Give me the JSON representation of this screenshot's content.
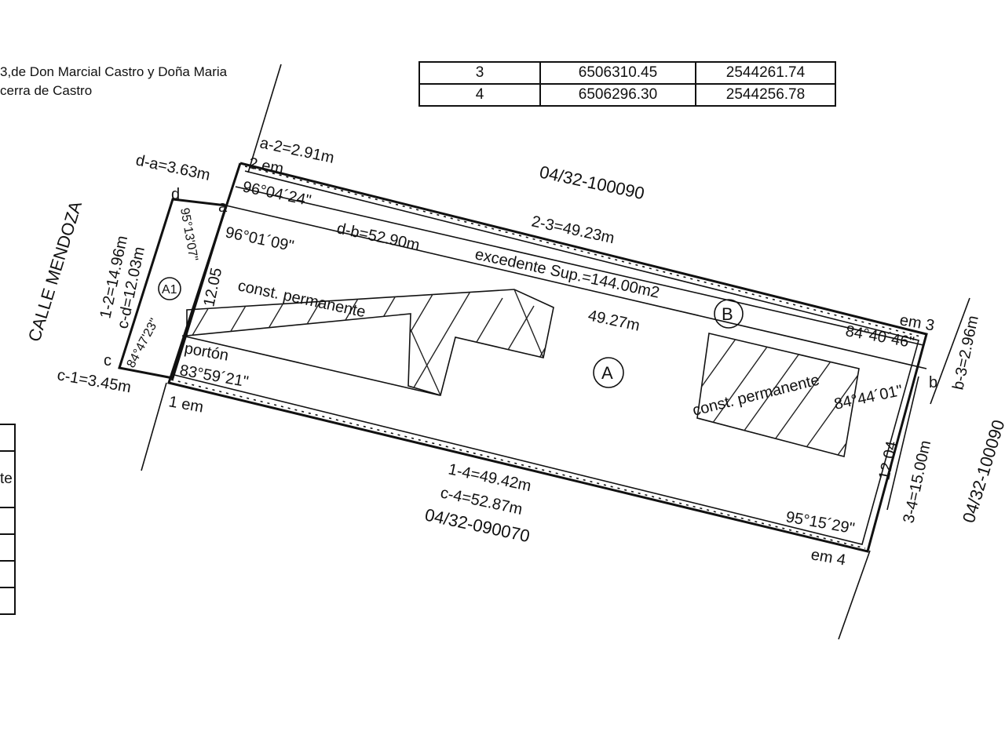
{
  "owner_note": {
    "line1": "3,de Don Marcial Castro y Doña Maria",
    "line2": "cerra de Castro"
  },
  "coord_table": {
    "rows": [
      {
        "point": "3",
        "x": "6506310.45",
        "y": "2544261.74"
      },
      {
        "point": "4",
        "x": "6506296.30",
        "y": "2544256.78"
      }
    ]
  },
  "side_table": {
    "cell_text": "te"
  },
  "street": "CALLE MENDOZA",
  "parcels": {
    "north": "04/32-100090",
    "east": "04/32-100090",
    "south": "04/32-090070"
  },
  "vertices": {
    "d": "d",
    "a": "a",
    "c": "c",
    "b": "b",
    "em2": "2 em",
    "em3": "em 3",
    "em1": "1 em",
    "em4": "em 4"
  },
  "dimensions": {
    "d_a": "d-a=3.63m",
    "a_2": "a-2=2.91m",
    "two_three": "2-3=49.23m",
    "d_b": "d-b=52.90m",
    "one_two": "1-2=14.96m",
    "c_d": "c-d=12.03m",
    "side_a1": "12.05",
    "c_1": "c-1=3.45m",
    "one_four": "1-4=49.42m",
    "c_four": "c-4=52.87m",
    "b_3": "b-3=2.96m",
    "three_four": "3-4=15.00m",
    "side_b": "12.04",
    "inner_b": "49.27m"
  },
  "angles": {
    "a2": "96°04´24\"",
    "a": "96°01´09\"",
    "d": "95°13'07\"",
    "c": "84°47'23\"",
    "porton_angle": "83°59´21\"",
    "em3": "84°40´46\"",
    "b": "84°44´01\"",
    "em4": "95°15´29\""
  },
  "labels": {
    "const1": "const. permanente",
    "const2": "const. permanente",
    "porton": "portón",
    "excedente": "excedente Sup.=144.00m2"
  },
  "circles": {
    "a1": "A1",
    "a": "A",
    "b": "B"
  }
}
